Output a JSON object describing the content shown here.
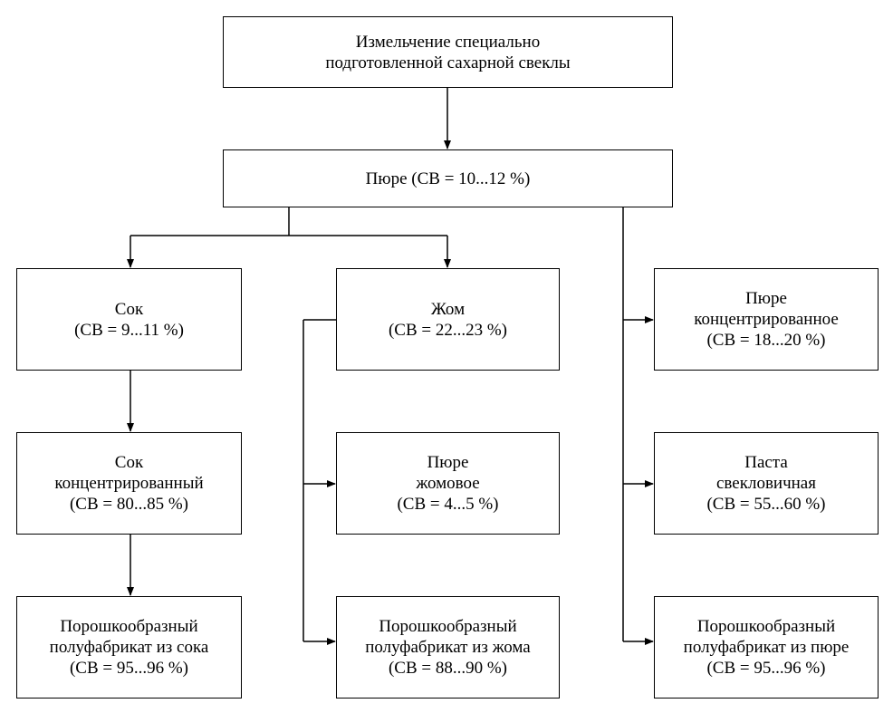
{
  "nodes": {
    "crushing": {
      "lines": [
        "Измельчение специально",
        "подготовленной сахарной свеклы"
      ]
    },
    "puree": {
      "lines": [
        "Пюре (СВ = 10...12 %)"
      ]
    },
    "juice": {
      "lines": [
        "Сок",
        "(СВ = 9...11 %)"
      ]
    },
    "pulp": {
      "lines": [
        "Жом",
        "(СВ = 22...23 %)"
      ]
    },
    "puree_concentrated": {
      "lines": [
        "Пюре",
        "концентрированное",
        "(СВ = 18...20 %)"
      ]
    },
    "juice_concentrated": {
      "lines": [
        "Сок",
        "концентрированный",
        "(СВ = 80...85 %)"
      ]
    },
    "puree_pulp": {
      "lines": [
        "Пюре",
        "жомовое",
        "(СВ = 4...5 %)"
      ]
    },
    "paste_beet": {
      "lines": [
        "Паста",
        "свекловичная",
        "(СВ = 55...60 %)"
      ]
    },
    "powder_juice": {
      "lines": [
        "Порошкообразный",
        "полуфабрикат из сока",
        "(СВ = 95...96 %)"
      ]
    },
    "powder_pulp": {
      "lines": [
        "Порошкообразный",
        "полуфабрикат из жома",
        "(СВ = 88...90 %)"
      ]
    },
    "powder_puree": {
      "lines": [
        "Порошкообразный",
        "полуфабрикат из пюре",
        "(СВ = 95...96 %)"
      ]
    }
  }
}
